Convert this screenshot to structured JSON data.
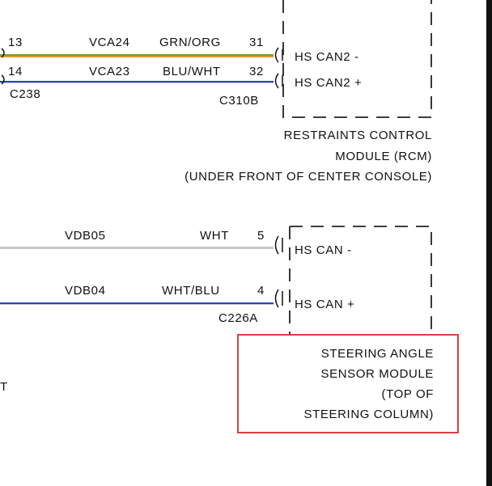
{
  "top_circuit": {
    "left_pins": [
      "13",
      "14"
    ],
    "left_connector": "C238",
    "circuits": [
      "VCA24",
      "VCA23"
    ],
    "colors": [
      "GRN/ORG",
      "BLU/WHT"
    ],
    "right_pins": [
      "31",
      "32"
    ],
    "right_connector": "C310B",
    "module_pins": [
      "HS CAN2 -",
      "HS CAN2 +"
    ],
    "module_lines": [
      "RESTRAINTS CONTROL",
      "MODULE (RCM)",
      "(UNDER FRONT OF CENTER CONSOLE)"
    ]
  },
  "bottom_circuit": {
    "circuits": [
      "VDB05",
      "VDB04"
    ],
    "colors": [
      "WHT",
      "WHT/BLU"
    ],
    "right_pins": [
      "5",
      "4"
    ],
    "right_connector": "C226A",
    "module_pins": [
      "HS CAN -",
      "HS CAN +"
    ],
    "module_lines": [
      "STEERING ANGLE",
      "SENSOR MODULE",
      "(TOP OF",
      "STEERING COLUMN)"
    ]
  },
  "left_cut_text": "T",
  "wire_colors": {
    "green": "#6aa51b",
    "orange": "#e09a2a",
    "blue": "#2f3fd6",
    "white": "#c8c8c8"
  }
}
